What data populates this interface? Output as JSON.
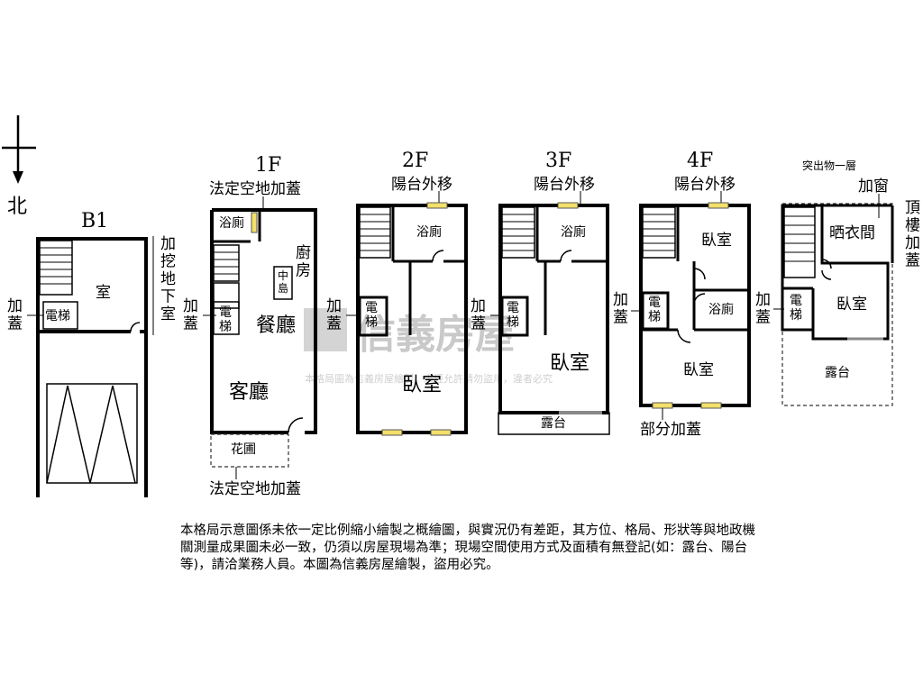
{
  "compass": {
    "north": "北"
  },
  "floors": {
    "b1": {
      "title": "B1",
      "room": "室",
      "elevator": "電梯",
      "left_note": "加\n蓋",
      "right_note": "加\n挖\n地\n下\n室"
    },
    "f1": {
      "title": "1F",
      "top_note": "法定空地加蓋",
      "bath": "浴廁",
      "kitchen": "廚\n房",
      "island": "中\n島",
      "elevator": "電\n梯",
      "dining": "餐廳",
      "living": "客廳",
      "garden": "花圃",
      "bottom_note": "法定空地加蓋",
      "left_note": "加\n蓋"
    },
    "f2": {
      "title": "2F",
      "top_note": "陽台外移",
      "bath": "浴廁",
      "elevator": "電\n梯",
      "bedroom": "臥室",
      "left_note": "加\n蓋"
    },
    "f3": {
      "title": "3F",
      "top_note": "陽台外移",
      "bath": "浴廁",
      "elevator": "電\n梯",
      "bedroom": "臥室",
      "terrace": "露台",
      "left_note": "加\n蓋"
    },
    "f4": {
      "title": "4F",
      "top_note": "陽台外移",
      "bedroom_top": "臥室",
      "elevator": "電\n梯",
      "bath": "浴廁",
      "bedroom_bottom": "臥室",
      "bottom_note": "部分加蓋",
      "left_note": "加\n蓋"
    },
    "roof": {
      "top_note": "突出物一層",
      "window_note": "加窗",
      "right_note": "頂\n樓\n加\n蓋",
      "laundry": "晒衣間",
      "elevator": "電\n梯",
      "bedroom": "臥室",
      "terrace": "露台",
      "left_note": "加\n蓋"
    }
  },
  "watermark": {
    "brand": "信義房屋",
    "sub": "本格局圖為信義房屋繪製，未經允許請勿盜用，違者必究"
  },
  "disclaimer": "本格局示意圖係未依一定比例縮小繪製之概繪圖，與實況仍有差距，其方位、格局、形狀等與地政機關測量成果圖未必一致，仍須以房屋現場為準；現場空間使用方式及面積有無登記(如：露台、陽台等)，請洽業務人員。本圖為信義房屋繪製，盜用必究。"
}
